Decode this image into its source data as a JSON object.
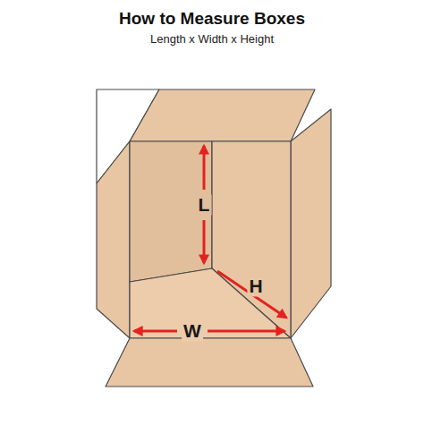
{
  "diagram": {
    "title": "How to Measure Boxes",
    "labels": [
      "Length x Width x Height",
      "L",
      "W",
      "H"
    ]
  }
}
